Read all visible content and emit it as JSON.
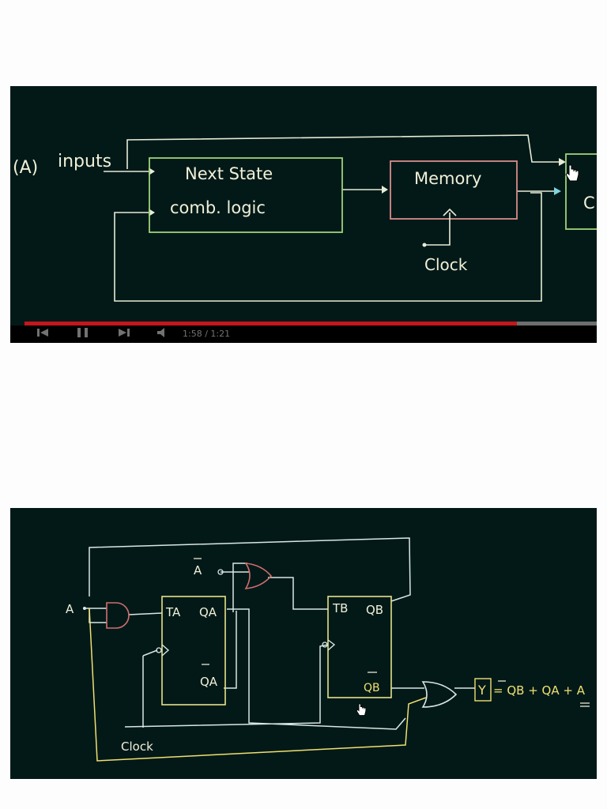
{
  "video_top": {
    "label_A": "(A)",
    "label_inputs": "inputs",
    "block_next_state_line1": "Next State",
    "block_next_state_line2": "comb. logic",
    "block_memory": "Memory",
    "label_clock": "Clock",
    "block_partial": "C",
    "progress_fraction": 0.86,
    "time_text": "1:58 / 1:21",
    "colors": {
      "background": "#031918",
      "wire": "#e8ecd6",
      "logic_box": "#9fd27a",
      "memory_box": "#d98b8b",
      "text": "#f0f0d8",
      "progress": "#c4161c"
    }
  },
  "video_bottom": {
    "input_A": "A",
    "input_A_bar": "A",
    "ff_a": {
      "t": "TA",
      "q": "QA",
      "qbar": "QA"
    },
    "ff_b": {
      "t": "TB",
      "q": "QB",
      "qbar": "QB"
    },
    "output_Y": "Y",
    "equation": "= QB + QA + A",
    "label_clock": "Clock",
    "colors": {
      "background": "#031918",
      "wire": "#d8e8e4",
      "ff_box": "#e6e28a",
      "text": "#f0f0d8",
      "yellow": "#f0e070",
      "gate_red": "#d07070"
    }
  }
}
